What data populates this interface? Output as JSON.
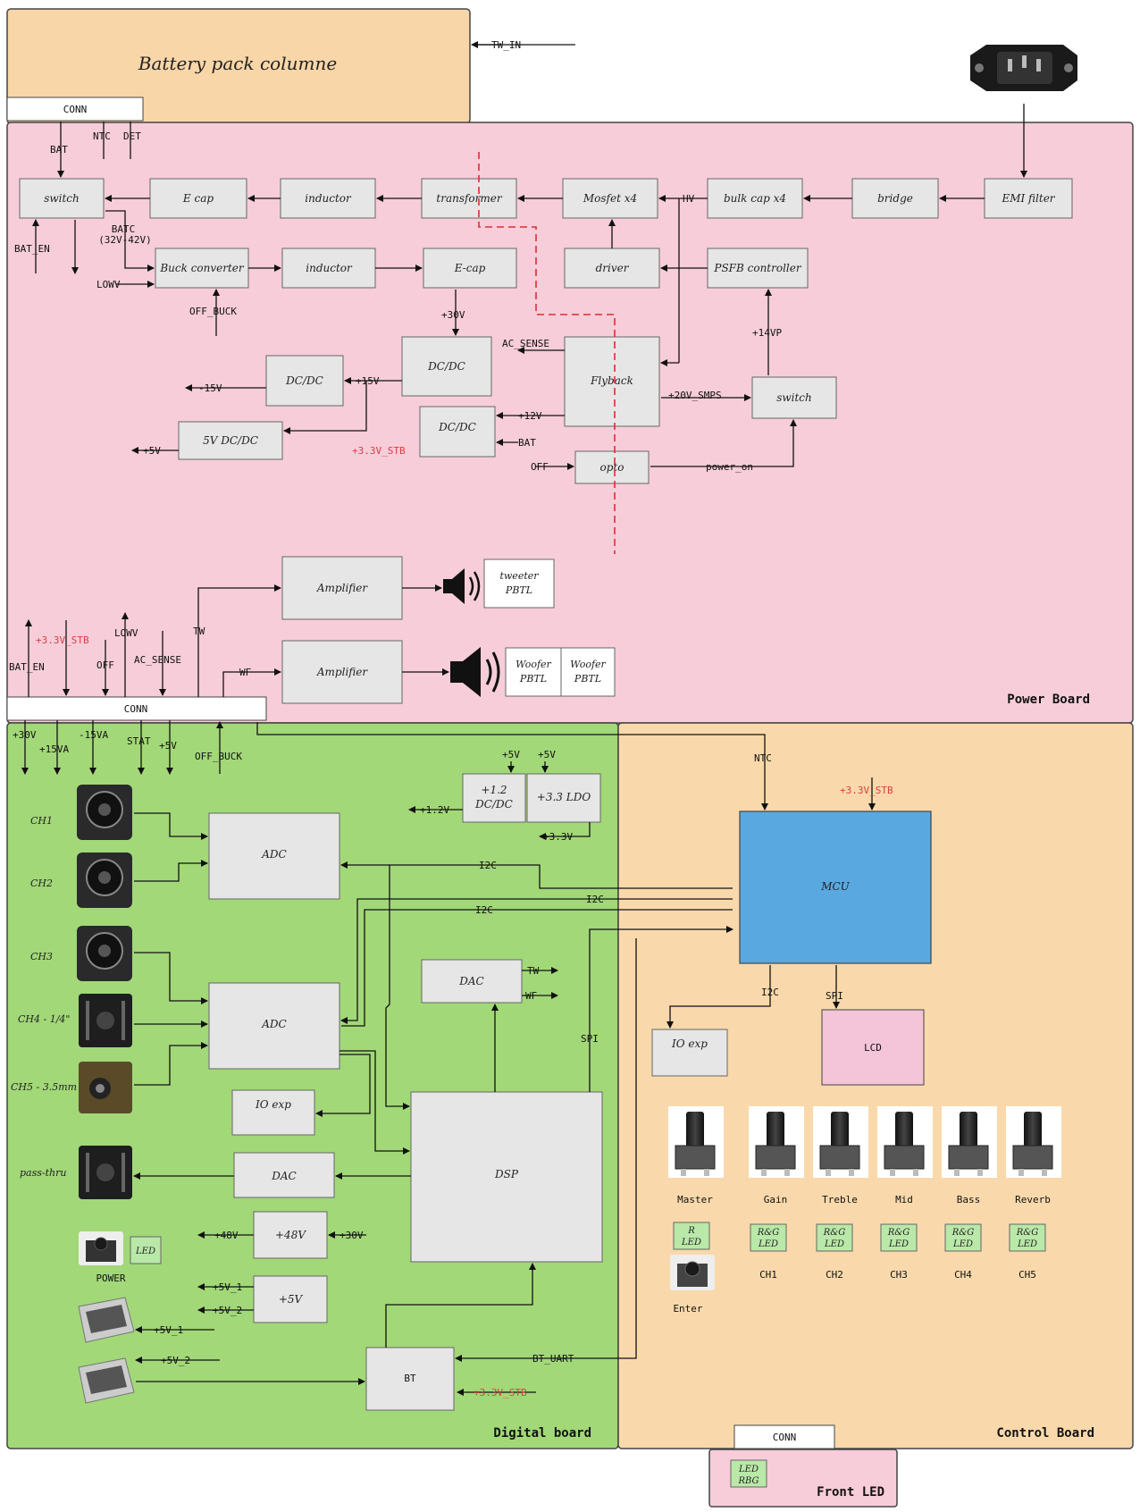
{
  "boards": {
    "battery": "Battery pack columne",
    "power": "Power Board",
    "digital": "Digital board",
    "control": "Control Board",
    "front": "Front LED"
  },
  "connectors": {
    "conn": "CONN"
  },
  "power_blocks": {
    "switch": "switch",
    "ecap": "E cap",
    "inductor1": "inductor",
    "transformer": "transformer",
    "mosfet": "Mosfet x4",
    "bulkcap": "bulk cap x4",
    "bridge": "bridge",
    "emi": "EMI filter",
    "buck": "Buck converter",
    "inductor2": "inductor",
    "ecap2": "E-cap",
    "driver": "driver",
    "psfb": "PSFB controller",
    "dcdc1": "DC/DC",
    "dcdc2": "DC/DC",
    "dcdc3": "DC/DC",
    "flyback": "Flyback",
    "switch2": "switch",
    "dc5v": "5V DC/DC",
    "opto": "opto",
    "amp": "Amplifier",
    "tweeter_a": "tweeter",
    "tweeter_b": "PBTL",
    "woofer_a": "Woofer",
    "woofer_b": "PBTL"
  },
  "power_labels": {
    "bat": "BAT",
    "ntc": "NTC",
    "det": "DET",
    "tw_in": "TW_IN",
    "bat_en": "BAT_EN",
    "batc1": "BATC",
    "batc2": "(32V-42V)",
    "lowv": "LOWV",
    "off_buck": "OFF_BUCK",
    "p30v": "+30V",
    "hv": "HV",
    "p14vp": "+14VP",
    "ac_sense": "AC_SENSE",
    "m15v": "-15V",
    "p15v": "+15V",
    "p12v": "+12V",
    "p20v": "+20V_SMPS",
    "p5v": "+5V",
    "p33stb": "+3.3V_STB",
    "bat2": "BAT",
    "off": "OFF",
    "power_on": "power_on",
    "tw": "TW",
    "wf": "WF",
    "off2": "OFF"
  },
  "digital_blocks": {
    "adc": "ADC",
    "dac": "DAC",
    "dsp": "DSP",
    "ioexp": "IO exp",
    "dac2": "DAC",
    "p48v": "+48V",
    "p5vb": "+5V",
    "bt": "BT",
    "dc12a": "+1.2",
    "dc12b": "DC/DC",
    "ldo": "+3.3 LDO",
    "led": "LED",
    "power": "POWER"
  },
  "digital_labels": {
    "p30v": "+30V",
    "p15va": "+15VA",
    "m15va": "-15VA",
    "stat": "STAT",
    "p5v": "+5V",
    "off_buck": "OFF_BUCK",
    "p12v": "+1.2V",
    "p33v": "+3.3V",
    "i2c": "I2C",
    "spi": "SPI",
    "tw": "TW",
    "wf": "WF",
    "p48v": "+48V",
    "p30vin": "+30V",
    "p5v1": "+5V_1",
    "p5v2": "+5V_2",
    "bt_uart": "BT_UART",
    "p33stb": "+3.3V_STB"
  },
  "channels": [
    "CH1",
    "CH2",
    "CH3",
    "CH4 - 1/4\"",
    "CH5 - 3.5mm",
    "pass-thru"
  ],
  "control_blocks": {
    "mcu": "MCU",
    "ioexp": "IO exp",
    "lcd": "LCD"
  },
  "control_labels": {
    "ntc": "NTC",
    "p33stb": "+3.3V_STB",
    "i2c": "I2C",
    "spi": "SPI"
  },
  "knobs": [
    "Master",
    "Gain",
    "Treble",
    "Mid",
    "Bass",
    "Reverb"
  ],
  "leds": {
    "r_a": "R",
    "r_b": "LED",
    "rg_a": "R&G",
    "rg_b": "LED",
    "enter": "Enter",
    "front_a": "LED",
    "front_b": "RBG"
  },
  "led_channels": [
    "CH1",
    "CH2",
    "CH3",
    "CH4",
    "CH5"
  ],
  "colors": {
    "battery": "#f9d6a8",
    "power": "#f6cdd9",
    "digital": "#a2d878",
    "control": "#f9d9ab",
    "block": "#e6e6e6",
    "mcu": "#5aa8e0",
    "lcd": "#f4c4d8",
    "front": "#f6cdd9",
    "led": "#b9e8a8",
    "dash": "#d83030"
  }
}
